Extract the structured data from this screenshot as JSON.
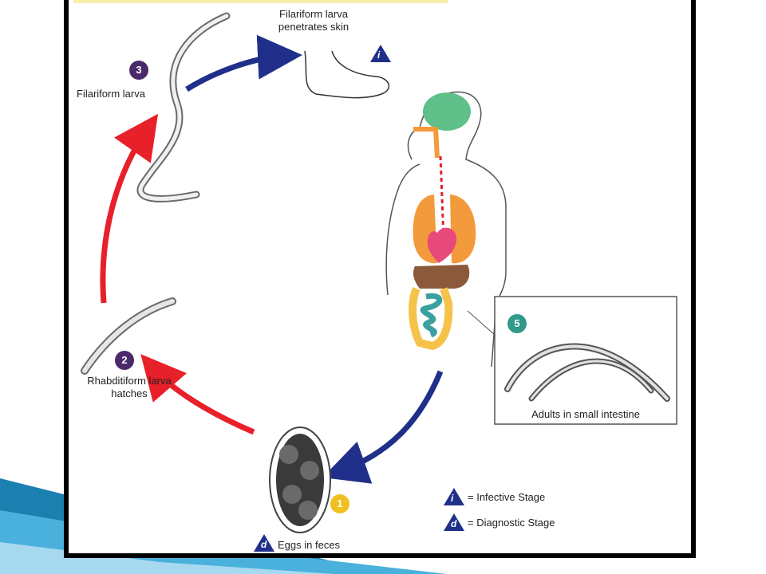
{
  "title_band": "",
  "stages": {
    "stage1": {
      "number": "1",
      "label": "Eggs in feces"
    },
    "stage2": {
      "number": "2",
      "label_line1": "Rhabditiform larva",
      "label_line2": "hatches"
    },
    "stage3": {
      "number": "3",
      "label": "Filariform larva"
    },
    "stage4": {
      "label_line1": "Filariform larva",
      "label_line2": "penetrates skin"
    },
    "stage5": {
      "number": "5",
      "label": "Adults in small intestine"
    }
  },
  "markers": {
    "infective": "i",
    "diagnostic": "d"
  },
  "legend": {
    "infective": "= Infective Stage",
    "diagnostic": "= Diagnostic Stage"
  },
  "colors": {
    "frame": "#000000",
    "arrow_red": "#e8202a",
    "arrow_blue": "#1f2f8a",
    "badge_purple": "#4a2a6a",
    "badge_teal": "#2f9a8a",
    "badge_yellow": "#f0c020",
    "lungs": "#f39a3c",
    "brain": "#5fc08a",
    "intestine_large": "#f6c34a",
    "intestine_small": "#3aa0a0"
  }
}
